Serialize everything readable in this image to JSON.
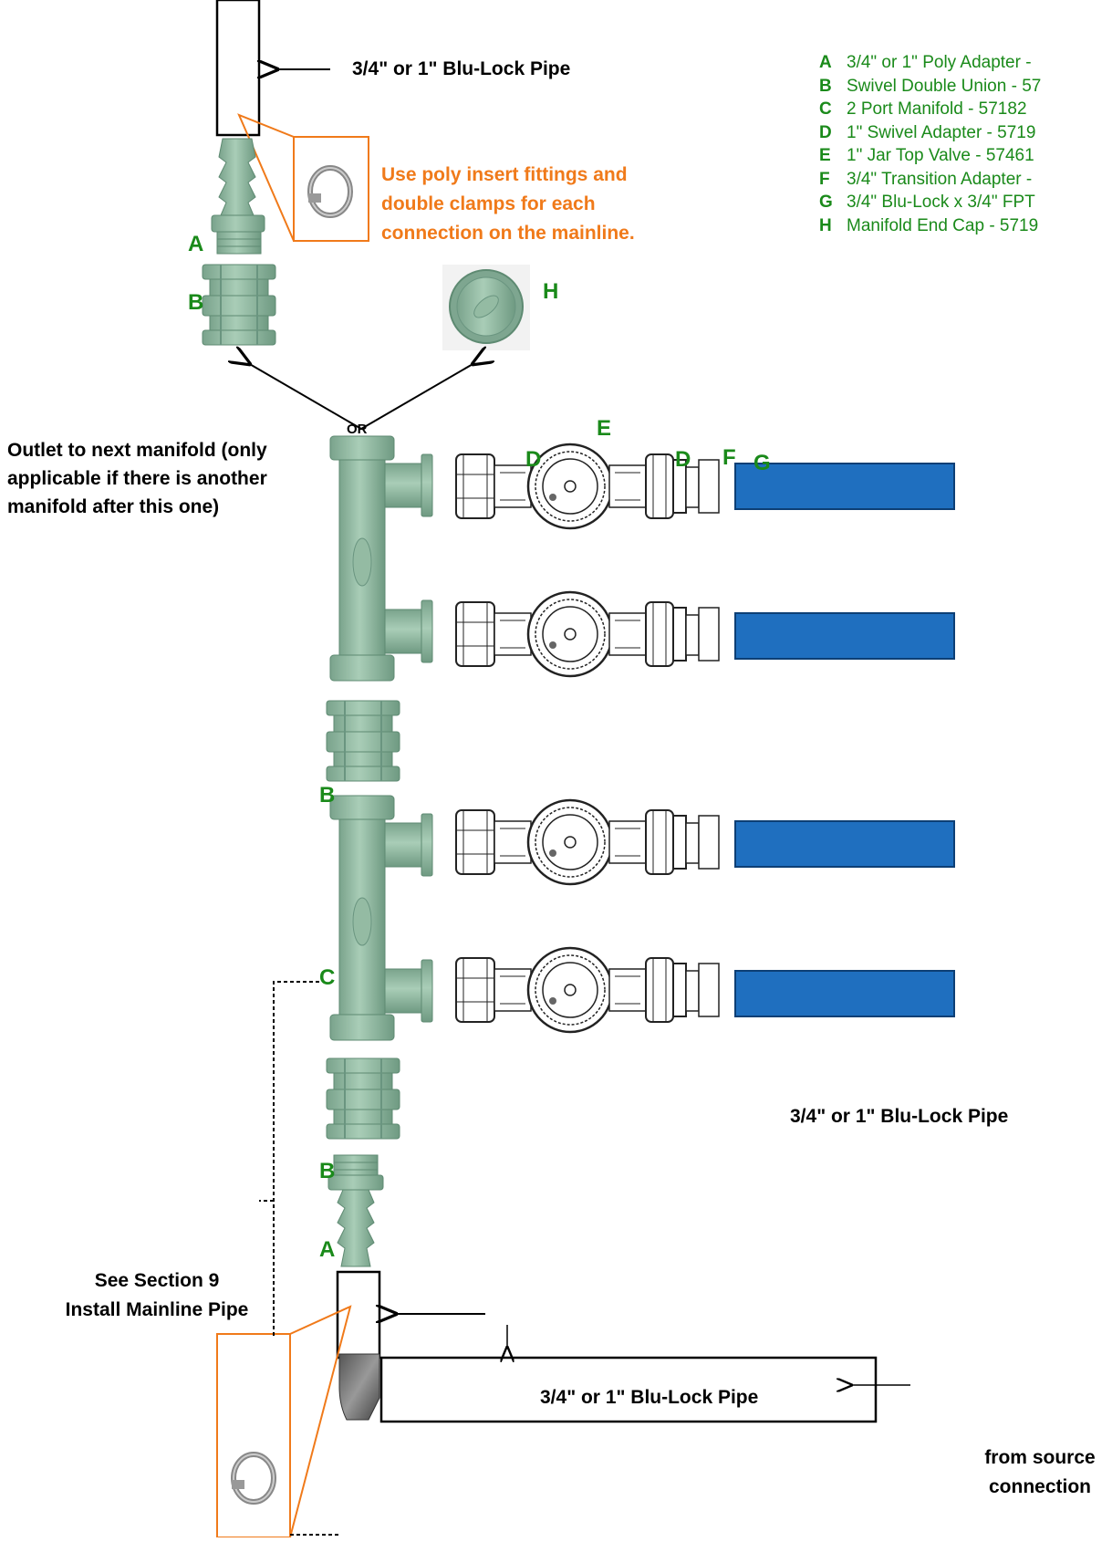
{
  "top_pipe_label": "3/4\" or 1\" Blu-Lock Pipe",
  "orange_note": [
    "Use poly insert fittings and",
    "double clamps for each",
    "connection on the mainline."
  ],
  "legend": [
    {
      "key": "A",
      "text": "3/4\" or 1\" Poly Adapter -"
    },
    {
      "key": "B",
      "text": "Swivel Double Union - 57"
    },
    {
      "key": "C",
      "text": "2 Port Manifold - 57182"
    },
    {
      "key": "D",
      "text": "1\" Swivel Adapter - 5719"
    },
    {
      "key": "E",
      "text": "1\" Jar Top Valve - 57461"
    },
    {
      "key": "F",
      "text": "3/4\" Transition Adapter -"
    },
    {
      "key": "G",
      "text": "3/4\" Blu-Lock x 3/4\" FPT"
    },
    {
      "key": "H",
      "text": "Manifold End Cap - 5719"
    }
  ],
  "part_labels": {
    "A": "A",
    "B": "B",
    "C": "C",
    "D": "D",
    "E": "E",
    "F": "F",
    "G": "G",
    "H": "H"
  },
  "or_label": "OR",
  "outlet_note": [
    "Outlet to next manifold (only",
    "applicable if there is another",
    "manifold after this one)"
  ],
  "right_pipe_label": "3/4\" or 1\" Blu-Lock Pipe",
  "section_note": [
    "See Section 9",
    "Install Mainline Pipe"
  ],
  "bottom_pipe_label": "3/4\" or 1\" Blu-Lock Pipe",
  "source_note": [
    "from source",
    "connection"
  ],
  "colors": {
    "fitting_green": "#8fb8a0",
    "label_green": "#1a8a1a",
    "note_orange": "#f07a1a",
    "pipe_blue": "#1f6fbf"
  }
}
